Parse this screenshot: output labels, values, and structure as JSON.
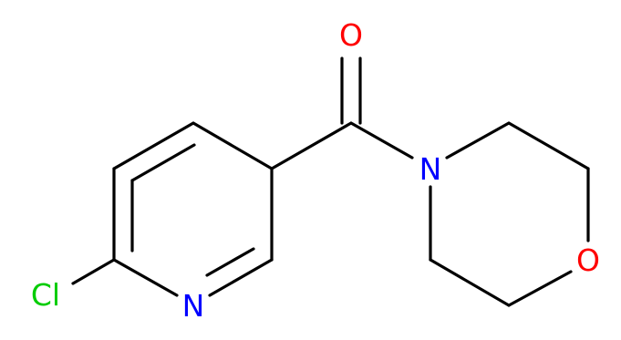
{
  "molecule": {
    "atoms": {
      "chlorine": "Cl",
      "pyridine_nitrogen": "N",
      "carbonyl_oxygen": "O",
      "morpholine_nitrogen": "N",
      "morpholine_oxygen": "O"
    },
    "colors": {
      "bond": "#000000",
      "chlorine": "#00cc00",
      "nitrogen": "#0000ff",
      "oxygen": "#ff0000"
    }
  }
}
